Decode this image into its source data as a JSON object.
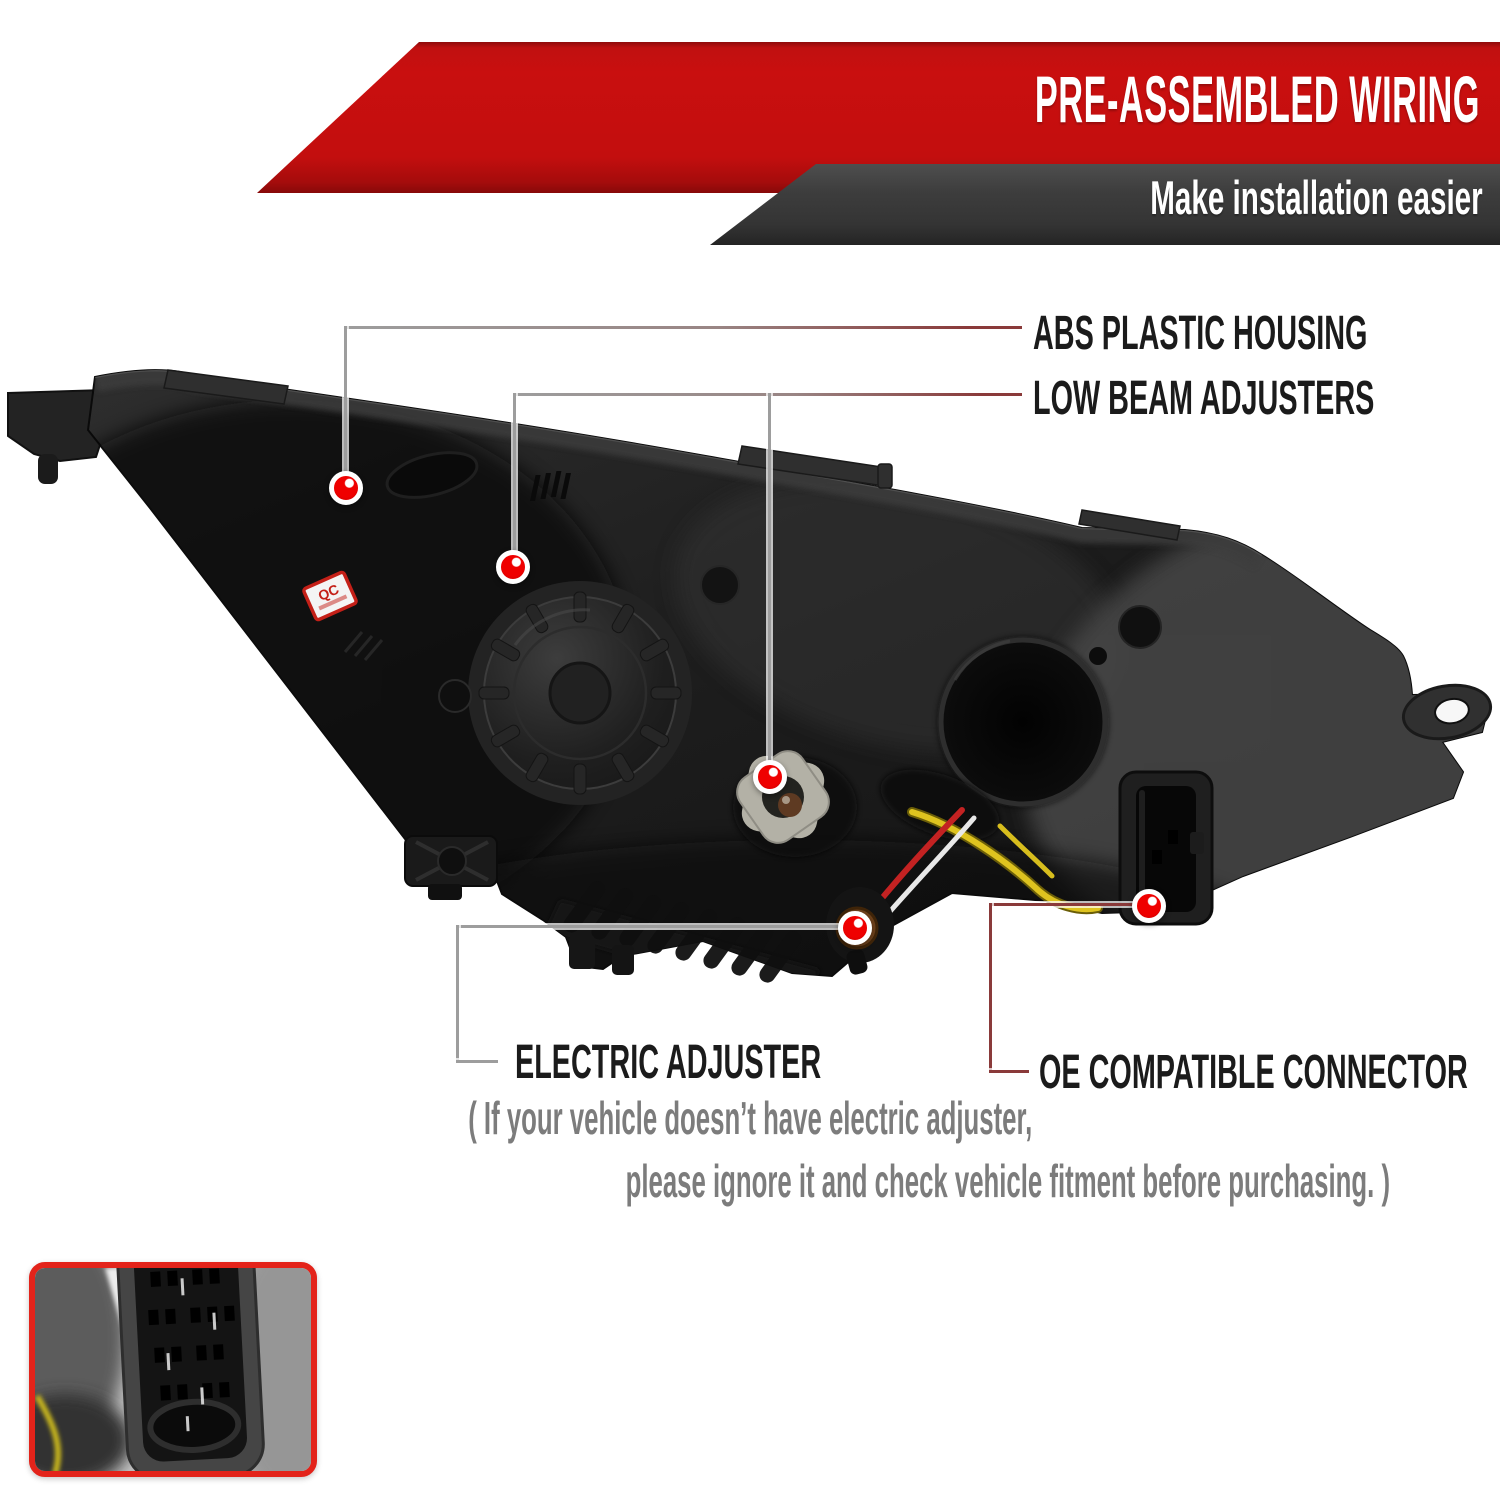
{
  "banner": {
    "title": "PRE-ASSEMBLED WIRING",
    "subtitle": "Make installation easier"
  },
  "callouts": {
    "abs_plastic_housing": {
      "label": "ABS PLASTIC HOUSING"
    },
    "low_beam_adjusters": {
      "label": "LOW BEAM ADJUSTERS"
    },
    "electric_adjuster": {
      "label": "ELECTRIC ADJUSTER",
      "note_line1": "( If your vehicle doesn’t have electric adjuster,",
      "note_line2": "please ignore it and check vehicle fitment before purchasing. )"
    },
    "oe_connector": {
      "label": "OE COMPATIBLE CONNECTOR"
    }
  },
  "qc_sticker": {
    "label": "QC"
  },
  "colors": {
    "banner_red": "#c30e0e",
    "banner_dark": "#3d3d3d",
    "callout_gray": "#9d9d9d",
    "callout_maroon": "#8a3a3a",
    "marker_red": "#ef0000",
    "inset_border": "#e3231a",
    "label_text": "#1b1b1b",
    "note_text": "#7c7c7c"
  }
}
